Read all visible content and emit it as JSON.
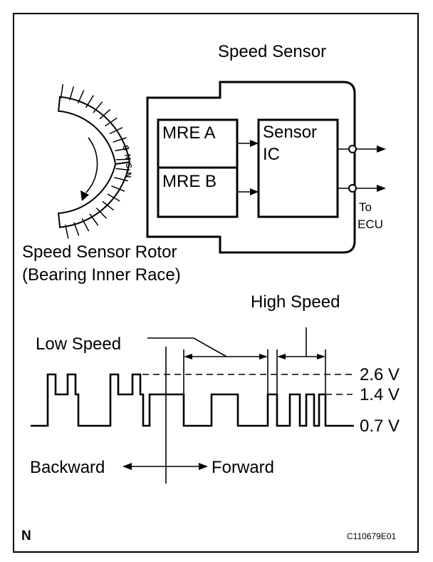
{
  "sensor": {
    "title": "Speed Sensor",
    "mre_a": "MRE A",
    "mre_b": "MRE B",
    "ic_line1": "Sensor",
    "ic_line2": "IC",
    "to_ecu_line1": "To",
    "to_ecu_line2": "ECU"
  },
  "rotor": {
    "label_line1": "Speed Sensor Rotor",
    "label_line2": "(Bearing Inner Race)",
    "poles": [
      "S",
      "N",
      "S",
      "N"
    ]
  },
  "waveform": {
    "low_speed": "Low Speed",
    "high_speed": "High Speed",
    "v_high": "2.6 V",
    "v_mid": "1.4 V",
    "v_low": "0.7 V",
    "backward": "Backward",
    "forward": "Forward"
  },
  "footer": {
    "corner_letter": "N",
    "figure_code": "C110679E01"
  },
  "colors": {
    "ink": "#000000",
    "background": "#ffffff"
  }
}
